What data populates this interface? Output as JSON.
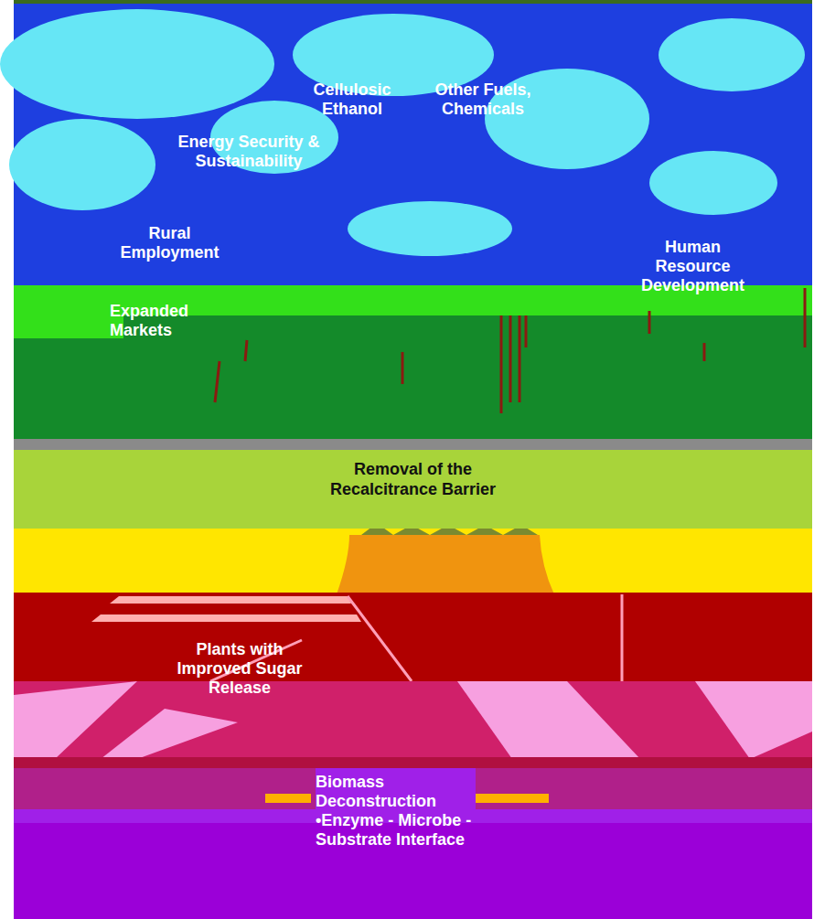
{
  "diagram": {
    "nodes": [
      {
        "text": [
          "Removal of the Recalcitrance Barrier"
        ]
      }
    ],
    "labels": [
      "Cellulosic Ethanol",
      "Other Fuels, Chemicals",
      "Energy Security & Sustainability",
      "Rural Employment",
      "Human Resource Development",
      "Expanded Markets",
      "Plants with Improved Sugar Release",
      "Biomass Deconstruction •Enzyme - Microbe - Substrate Interface"
    ]
  }
}
